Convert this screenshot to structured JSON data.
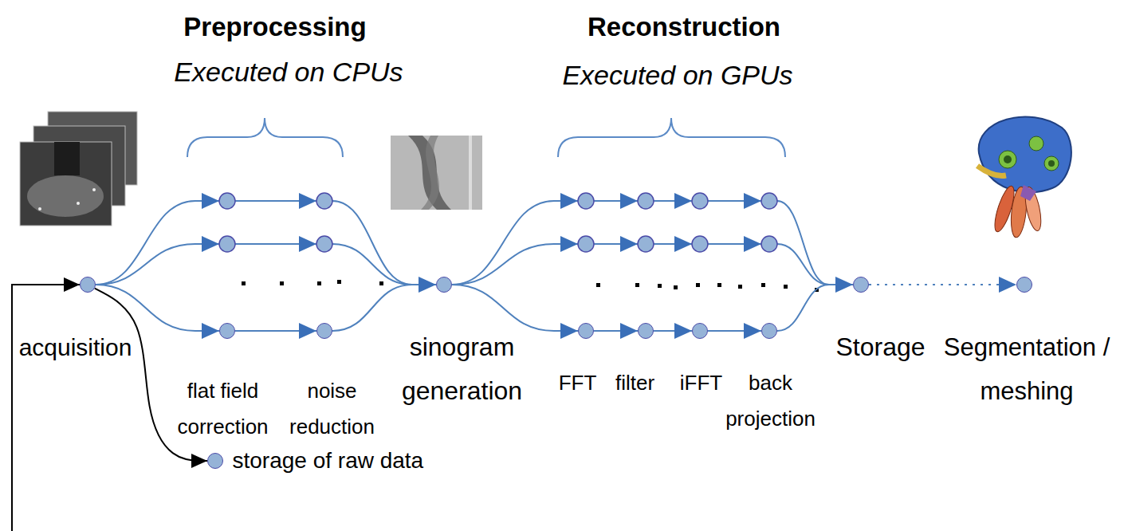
{
  "diagram": {
    "nodes": [
      {
        "text": [
          "acquisition"
        ]
      },
      {
        "text": [
          "flat field correction"
        ]
      },
      {
        "text": [
          "noise reduction"
        ]
      },
      {
        "text": [
          "storage of raw data"
        ]
      },
      {
        "text": [
          "sinogram generation"
        ]
      },
      {
        "text": [
          "FFT"
        ]
      },
      {
        "text": [
          "filter"
        ]
      },
      {
        "text": [
          "iFFT"
        ]
      },
      {
        "text": [
          "back projection"
        ]
      },
      {
        "text": [
          "Storage"
        ]
      },
      {
        "text": [
          "Segmentation / meshing"
        ]
      }
    ],
    "edges": [
      {
        "from": 0,
        "to": 1,
        "arrow": "to"
      },
      {
        "from": 1,
        "to": 2,
        "arrow": "to"
      },
      {
        "from": 2,
        "to": 4,
        "arrow": "to"
      },
      {
        "from": 0,
        "to": 3,
        "arrow": "to"
      },
      {
        "from": 4,
        "to": 5,
        "arrow": "to"
      },
      {
        "from": 5,
        "to": 6,
        "arrow": "to"
      },
      {
        "from": 6,
        "to": 7,
        "arrow": "to"
      },
      {
        "from": 7,
        "to": 8,
        "arrow": "to"
      },
      {
        "from": 8,
        "to": 9,
        "arrow": "to"
      },
      {
        "from": 9,
        "to": 10,
        "arrow": "to"
      }
    ],
    "labels": [
      "Preprocessing",
      "Executed on CPUs",
      "Reconstruction",
      "Executed on GPUs"
    ]
  }
}
